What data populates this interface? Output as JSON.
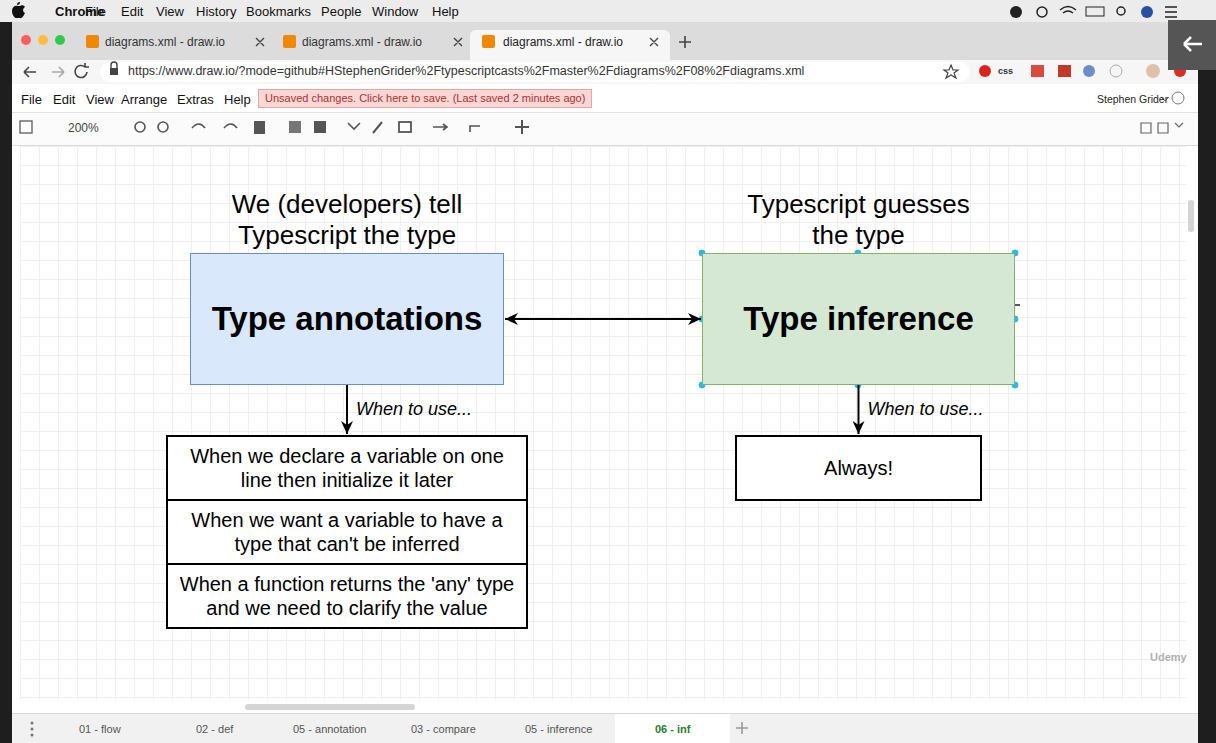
{
  "diagram": {
    "nodes": [
      {
        "text": [
          "We (developers) tell Typescript the type",
          "Type annotations"
        ]
      },
      {
        "text": [
          "Typescript guesses the type",
          "Type inference"
        ]
      },
      {
        "text": [
          "When we declare a variable on one line then initialize it later"
        ]
      },
      {
        "text": [
          "When we want a variable to have a type that can't be inferred"
        ]
      },
      {
        "text": [
          "When a function returns the 'any' type and we need to clarify the value"
        ]
      },
      {
        "text": [
          "Always!"
        ]
      }
    ],
    "edges": [
      {
        "from": 0,
        "to": 1,
        "arrow": "both"
      },
      {
        "from": 0,
        "to": 2,
        "label": "When to use...",
        "arrow": "to"
      },
      {
        "from": 1,
        "to": 5,
        "label": "When to use...",
        "arrow": "to"
      }
    ],
    "labels": [
      "Chrome",
      "File",
      "Edit",
      "View",
      "History",
      "Bookmarks",
      "People",
      "Window",
      "Help",
      "diagrams.xml - draw.io",
      "diagrams.xml - draw.io",
      "diagrams.xml - draw.io",
      "https://www.draw.io/?mode=github#HStephenGrider%2Ftypescriptcasts%2Fmaster%2Fdiagrams%2F08%2Fdiagrams.xml",
      "css",
      "File",
      "Edit",
      "View",
      "Arrange",
      "Extras",
      "Help",
      "Unsaved changes. Click here to save. (Last saved 2 minutes ago)",
      "Stephen Grider",
      "200%",
      "01 - flow",
      "02 - def",
      "05 - annotation",
      "03 - compare",
      "05 - inference",
      "06 - inf",
      "Udemy"
    ]
  }
}
